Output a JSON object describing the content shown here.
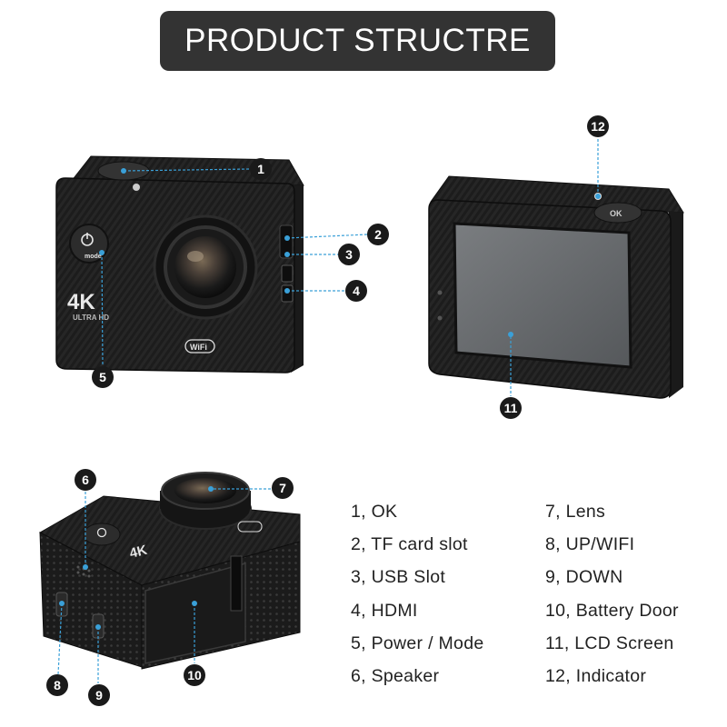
{
  "header": {
    "title": "PRODUCT STRUCTRE"
  },
  "camera": {
    "logo_big": "4K",
    "logo_small": "ULTRA HD",
    "mode_label": "mode",
    "wifi_label": "WiFi",
    "ok_label": "OK"
  },
  "callouts": [
    "1",
    "2",
    "3",
    "4",
    "5",
    "6",
    "7",
    "8",
    "9",
    "10",
    "11",
    "12"
  ],
  "legend": {
    "left": [
      "1, OK",
      "2, TF card slot",
      "3, USB Slot",
      "4, HDMI",
      "5, Power / Mode",
      "6, Speaker"
    ],
    "right": [
      "7, Lens",
      "8, UP/WIFI",
      "9, DOWN",
      "10, Battery Door",
      "11, LCD Screen",
      "12, Indicator"
    ]
  },
  "colors": {
    "title_bg": "#333333",
    "badge": "#1a1a1a",
    "leader_line": "#3aa0d8",
    "camera_body": "#1e1e1e"
  }
}
